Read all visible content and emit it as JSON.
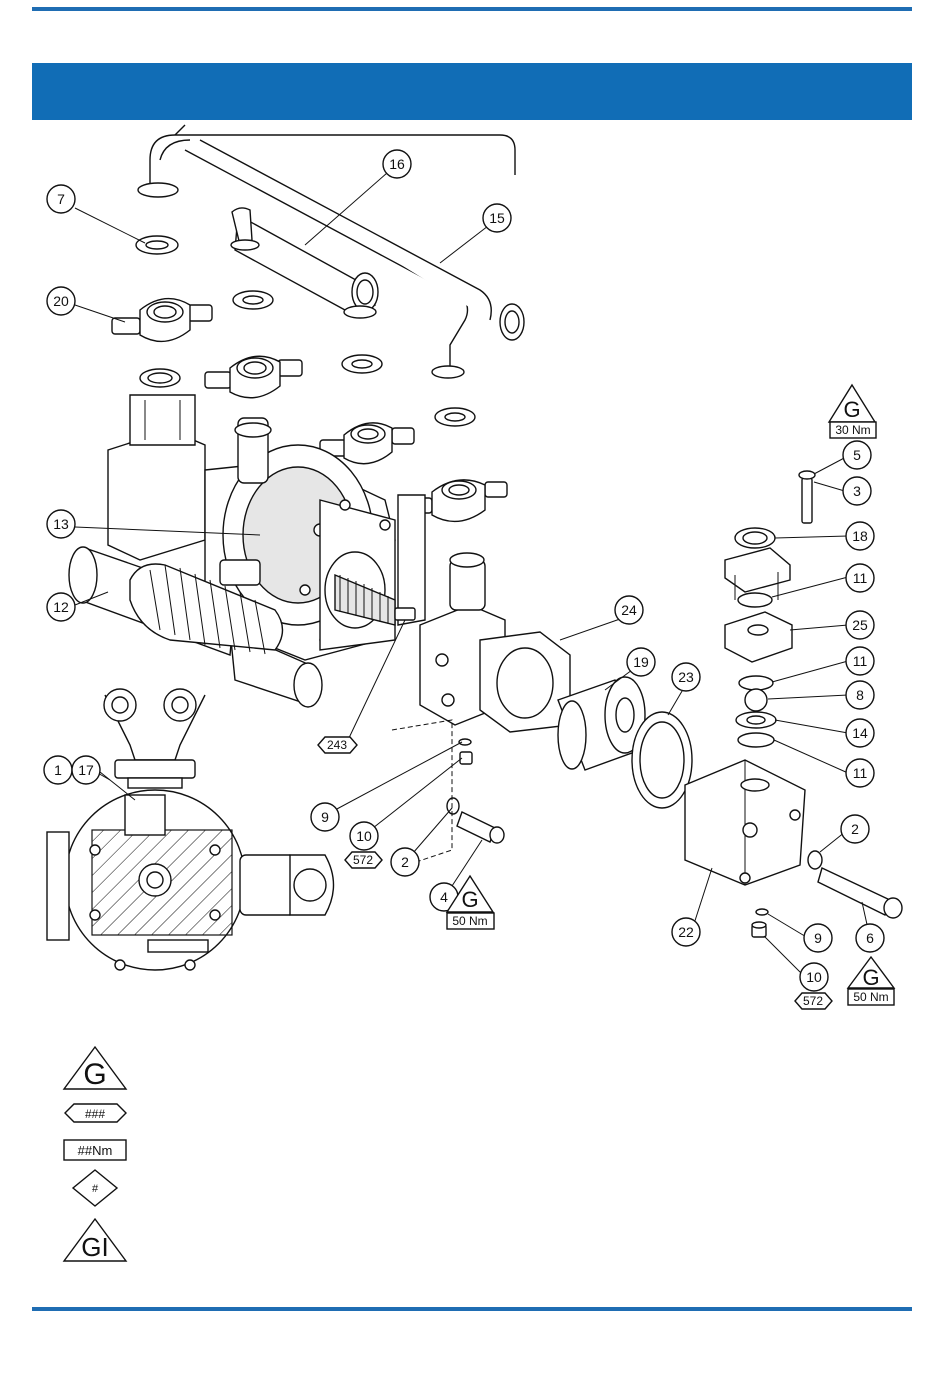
{
  "header": {
    "banner_color": "#116db6",
    "rule_color": "#1f6db3"
  },
  "callouts": {
    "c1": "1",
    "c17": "17",
    "c7": "7",
    "c20": "20",
    "c16": "16",
    "c15": "15",
    "c13": "13",
    "c12": "12",
    "c243": "243",
    "c24": "24",
    "c19": "19",
    "c23": "23",
    "c9a": "9",
    "c10a": "10",
    "c572a": "572",
    "c2a": "2",
    "c4": "4",
    "c5": "5",
    "c3": "3",
    "c18": "18",
    "c11a": "11",
    "c25": "25",
    "c11b": "11",
    "c8": "8",
    "c14": "14",
    "c11c": "11",
    "c2b": "2",
    "c22": "22",
    "c6": "6",
    "c9b": "9",
    "c10b": "10",
    "c572b": "572"
  },
  "torque_marks": {
    "t30": {
      "letter": "G",
      "value": "30 Nm"
    },
    "t50a": {
      "letter": "G",
      "value": "50 Nm"
    },
    "t50b": {
      "letter": "G",
      "value": "50 Nm"
    }
  },
  "legend": {
    "grease_letter": "G",
    "loctite_symbol": "###",
    "torque_symbol": "##Nm",
    "item_symbol": "#",
    "gi_letter": "GI"
  }
}
